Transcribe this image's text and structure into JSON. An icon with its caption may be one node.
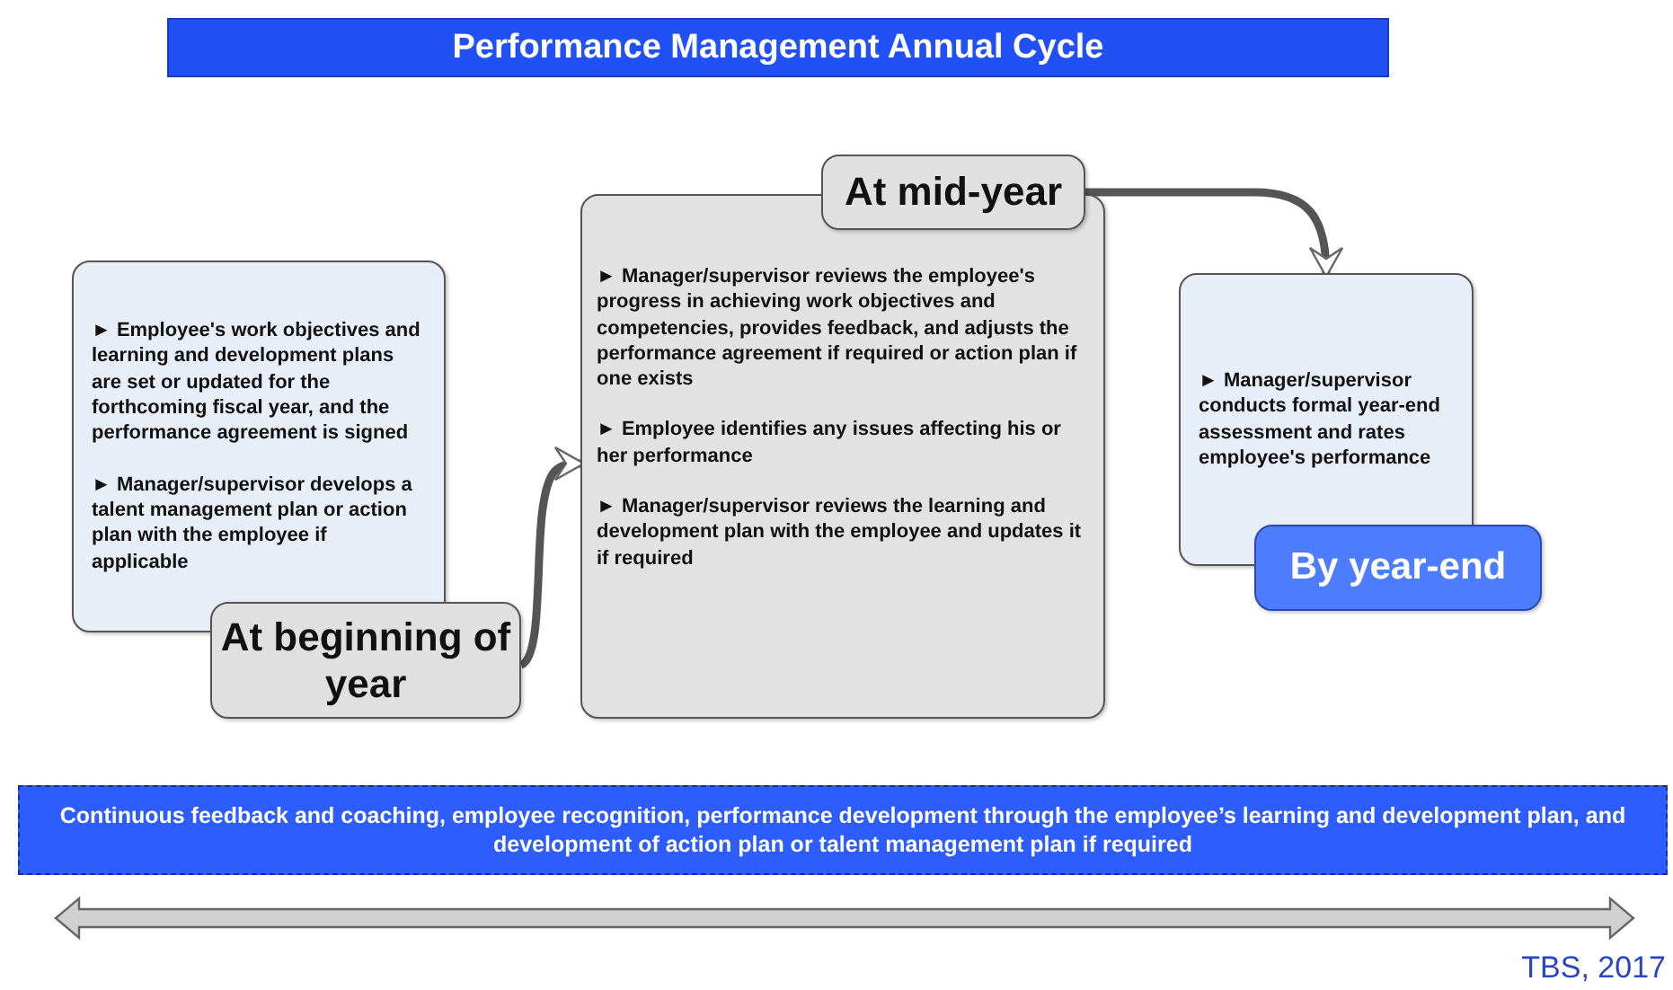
{
  "diagram": {
    "title": "Performance Management Annual Cycle",
    "nodes": [
      {
        "text": [
          "► Employee's work objectives and learning and development plans are set or updated for the forthcoming fiscal year, and the performance agreement is signed",
          "► Manager/supervisor develops a talent management plan or action plan with the employee if applicable"
        ]
      },
      {
        "text": [
          "At beginning of year"
        ]
      },
      {
        "text": [
          "► Manager/supervisor reviews the employee's progress in achieving work objectives and competencies, provides feedback, and adjusts the performance agreement if required or action plan if one exists",
          "► Employee identifies any issues affecting his or her performance",
          "► Manager/supervisor reviews the learning and development plan with the employee and updates it if required"
        ]
      },
      {
        "text": [
          "At mid-year"
        ]
      },
      {
        "text": [
          "► Manager/supervisor conducts formal year-end assessment and rates employee's performance"
        ]
      },
      {
        "text": [
          "By year-end"
        ]
      },
      {
        "text": [
          "Continuous feedback and coaching, employee recognition, performance development through the employee’s learning and development plan, and development of action plan or talent management plan if required"
        ]
      }
    ],
    "edges": [
      {
        "from": 1,
        "to": 2,
        "arrow": "to"
      },
      {
        "from": 3,
        "to": 4,
        "arrow": "to"
      }
    ],
    "labels": [
      "TBS, 2017"
    ]
  }
}
